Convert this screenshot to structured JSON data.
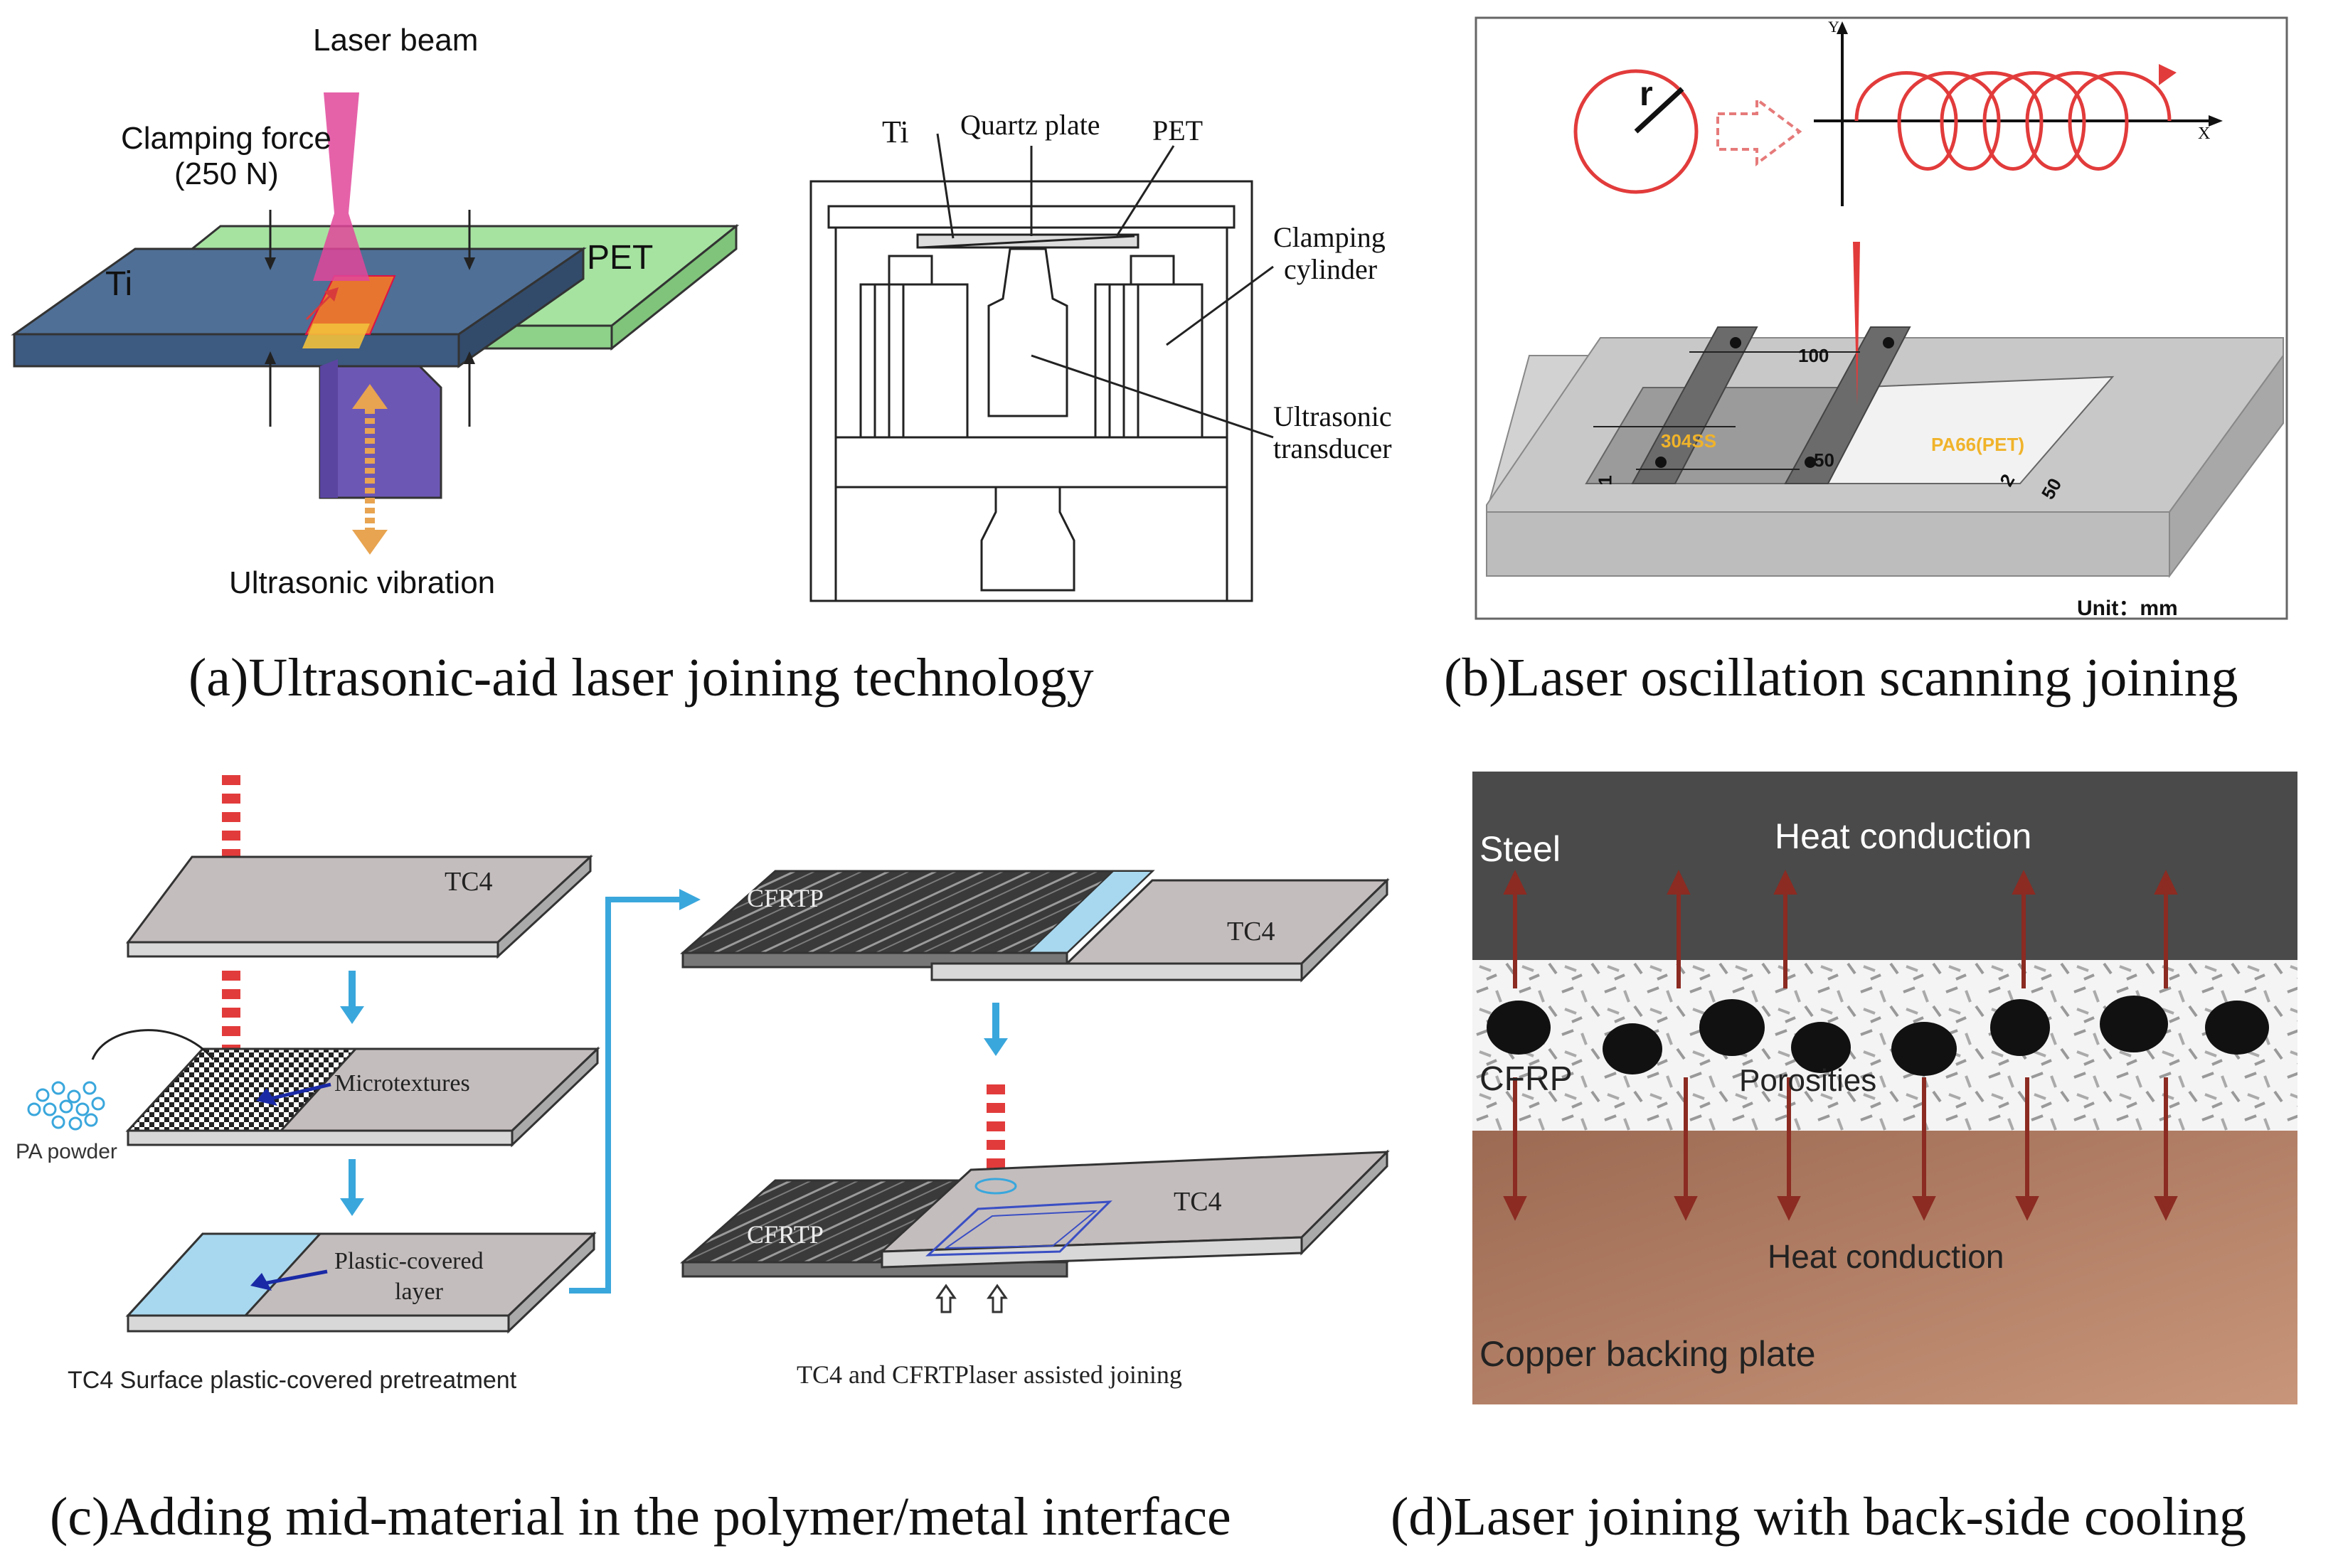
{
  "captions": {
    "a": "(a)Ultrasonic-aid laser joining technology",
    "b": "(b)Laser oscillation scanning joining",
    "c": "(c)Adding mid-material in the polymer/metal interface",
    "d": "(d)Laser joining with back-side cooling"
  },
  "panel_a": {
    "laser_beam": "Laser beam",
    "clamping_force": "Clamping force",
    "clamping_force_value": "(250 N)",
    "ti": "Ti",
    "pet": "PET",
    "ultrasonic_vibration": "Ultrasonic vibration",
    "fixture_ti": "Ti",
    "fixture_quartz": "Quartz plate",
    "fixture_pet": "PET",
    "clamping_cylinder_1": "Clamping",
    "clamping_cylinder_2": "cylinder",
    "transducer_1": "Ultrasonic",
    "transducer_2": "transducer"
  },
  "panel_b": {
    "axis_y": "Y",
    "axis_x": "X",
    "radius": "r",
    "dim_100": "100",
    "dim_50a": "50",
    "dim_1": "1",
    "dim_2": "2",
    "dim_50b": "50",
    "steel_label": "304SS",
    "pet_label": "PA66(PET)",
    "unit": "Unit：mm"
  },
  "panel_c": {
    "tc4_1": "TC4",
    "microtextures": "Microtextures",
    "pa_powder": "PA powder",
    "plastic_covered_1": "Plastic-covered",
    "plastic_covered_2": "layer",
    "left_title": "TC4 Surface plastic-covered pretreatment",
    "cfrtp_1": "CFRTP",
    "tc4_2": "TC4",
    "cfrtp_2": "CFRTP",
    "tc4_3": "TC4",
    "right_title": "TC4 and CFRTPlaser assisted joining"
  },
  "panel_d": {
    "steel": "Steel",
    "heat_top": "Heat conduction",
    "cfrp": "CFRP",
    "porosities": "Porosities",
    "heat_bottom": "Heat conduction",
    "copper": "Copper backing plate"
  },
  "colors": {
    "ti_blue": "#4f6f96",
    "pet_green": "#a6e3a1",
    "laser_pink": "#e0479a",
    "probe_purple": "#6d57b5",
    "red_scan": "#e23b3b",
    "cyan_arrow": "#3aa7dc",
    "steel_dark": "#4a4a4a",
    "copper": "#b07a5e",
    "heat_arrow": "#8b2b22"
  }
}
